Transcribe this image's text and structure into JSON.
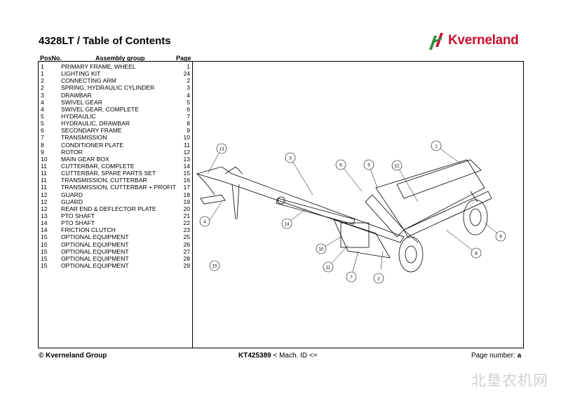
{
  "header": {
    "title": "4328LT / Table of Contents",
    "brand": "Kverneland"
  },
  "columns": {
    "pos": "PosNo.",
    "group": "Assembly group",
    "page": "Page"
  },
  "toc": [
    {
      "pos": "1",
      "group": "PRIMARY FRAME, WHEEL",
      "page": "1"
    },
    {
      "pos": "1",
      "group": "LIGHTING KIT",
      "page": "24"
    },
    {
      "pos": "2",
      "group": "CONNECTING ARM",
      "page": "2"
    },
    {
      "pos": "2",
      "group": "SPRING, HYDRAULIC CYLINDER",
      "page": "3"
    },
    {
      "pos": "3",
      "group": "DRAWBAR",
      "page": "4"
    },
    {
      "pos": "4",
      "group": "SWIVEL GEAR",
      "page": "5"
    },
    {
      "pos": "4",
      "group": "SWIVEL GEAR, COMPLETE",
      "page": "6"
    },
    {
      "pos": "5",
      "group": "HYDRAULIC",
      "page": "7"
    },
    {
      "pos": "5",
      "group": "HYDRAULIC, DRAWBAR",
      "page": "8"
    },
    {
      "pos": "6",
      "group": "SECONDARY FRAME",
      "page": "9"
    },
    {
      "pos": "7",
      "group": "TRANSMISSION",
      "page": "10"
    },
    {
      "pos": "8",
      "group": "CONDITIONER PLATE",
      "page": "11"
    },
    {
      "pos": "9",
      "group": "ROTOR",
      "page": "12"
    },
    {
      "pos": "10",
      "group": "MAIN GEAR BOX",
      "page": "13"
    },
    {
      "pos": "11",
      "group": "CUTTERBAR, COMPLETE",
      "page": "14"
    },
    {
      "pos": "11",
      "group": "CUTTERBAR, SPARE PARTS SET",
      "page": "15"
    },
    {
      "pos": "11",
      "group": "TRANSMISSION, CUTTERBAR",
      "page": "16"
    },
    {
      "pos": "11",
      "group": "TRANSMISSION, CUTTERBAR + PROFIT",
      "page": "17"
    },
    {
      "pos": "12",
      "group": "GUARD",
      "page": "18"
    },
    {
      "pos": "12",
      "group": "GUARD",
      "page": "19"
    },
    {
      "pos": "12",
      "group": "REAR END & DEFLECTOR PLATE",
      "page": "20"
    },
    {
      "pos": "13",
      "group": "PTO SHAFT",
      "page": "21"
    },
    {
      "pos": "14",
      "group": "PTO SHAFT",
      "page": "22"
    },
    {
      "pos": "14",
      "group": "FRICTION CLUTCH",
      "page": "23"
    },
    {
      "pos": "15",
      "group": "OPTIONAL EQUIPMENT",
      "page": "25"
    },
    {
      "pos": "15",
      "group": "OPTIONAL EQUIPMENT",
      "page": "26"
    },
    {
      "pos": "15",
      "group": "OPTIONAL EQUIPMENT",
      "page": "27"
    },
    {
      "pos": "15",
      "group": "OPTIONAL EQUIPMENT",
      "page": "28"
    },
    {
      "pos": "15",
      "group": "OPTIONAL EQUIPMENT",
      "page": "29"
    }
  ],
  "callouts": [
    "1",
    "2",
    "3",
    "4",
    "5",
    "6",
    "7",
    "8",
    "9",
    "10",
    "11",
    "12",
    "13",
    "14",
    "15"
  ],
  "footer": {
    "copyright": "© Kverneland Group",
    "doc_id": "KT425389",
    "mach_id": " < Mach. ID <=",
    "page_label": "Page number: ",
    "page_value": "a"
  },
  "watermark": "北垦农机网",
  "colors": {
    "brand_red": "#c8102e",
    "brand_green": "#2e8b3a"
  }
}
